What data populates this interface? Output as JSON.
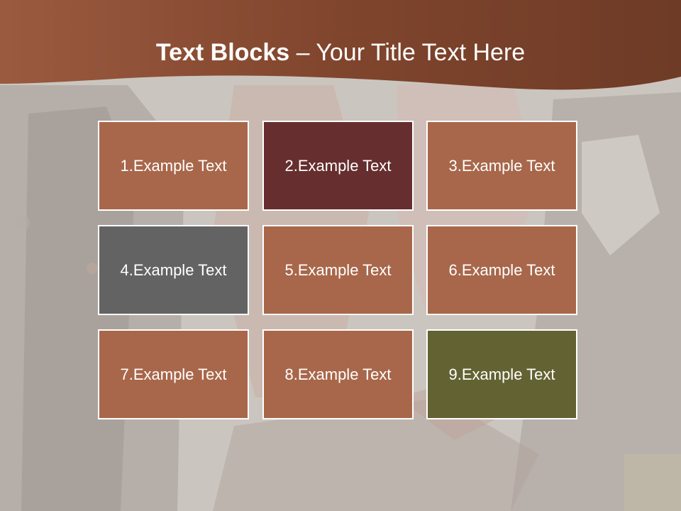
{
  "slide": {
    "title_bold": "Text Blocks",
    "title_rest": " – Your Title Text Here"
  },
  "colors": {
    "header_band": "#8a4a30",
    "background": "#c9c3bd",
    "block_default": "#a8674a",
    "block_dark_red": "#662e2e",
    "block_gray": "#636363",
    "block_olive": "#636232",
    "block_border": "#ffffff"
  },
  "blocks": [
    {
      "label": "1.Example Text",
      "color": "#a8674a"
    },
    {
      "label": "2.Example Text",
      "color": "#662e2e"
    },
    {
      "label": "3.Example Text",
      "color": "#a8674a"
    },
    {
      "label": "4.Example Text",
      "color": "#636363"
    },
    {
      "label": "5.Example Text",
      "color": "#a8674a"
    },
    {
      "label": "6.Example Text",
      "color": "#a8674a"
    },
    {
      "label": "7.Example Text",
      "color": "#a8674a"
    },
    {
      "label": "8.Example Text",
      "color": "#a8674a"
    },
    {
      "label": "9.Example Text",
      "color": "#636232"
    }
  ]
}
